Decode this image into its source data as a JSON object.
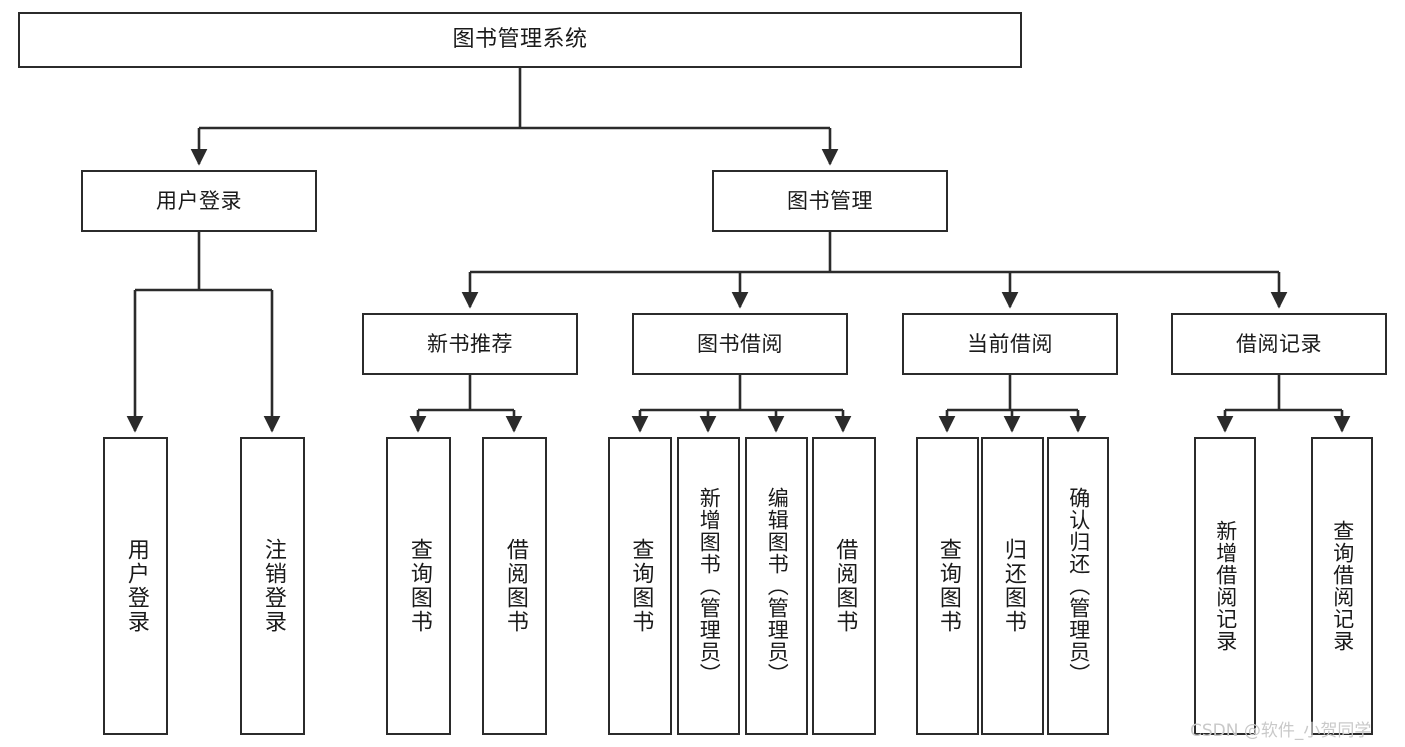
{
  "diagram": {
    "title": "图书管理系统",
    "type": "tree-hierarchy",
    "colors": {
      "box_border": "#2b2b2b",
      "box_fill": "#ffffff",
      "edge": "#2b2b2b",
      "text": "#1a1a1a",
      "watermark": "#c9c9c9",
      "background": "#ffffff"
    },
    "root": {
      "label": "图书管理系统"
    },
    "level2": [
      {
        "label": "用户登录"
      },
      {
        "label": "图书管理"
      }
    ],
    "level3": [
      {
        "label": "新书推荐"
      },
      {
        "label": "图书借阅"
      },
      {
        "label": "当前借阅"
      },
      {
        "label": "借阅记录"
      }
    ],
    "leaves": {
      "user_login": [
        {
          "label": "用户登录"
        },
        {
          "label": "注销登录"
        }
      ],
      "new_book_recommend": [
        {
          "label": "查询图书"
        },
        {
          "label": "借阅图书"
        }
      ],
      "book_borrow": [
        {
          "label": "查询图书"
        },
        {
          "label": "新增图书（管理员）"
        },
        {
          "label": "编辑图书（管理员）"
        },
        {
          "label": "借阅图书"
        }
      ],
      "current_borrow": [
        {
          "label": "查询图书"
        },
        {
          "label": "归还图书"
        },
        {
          "label": "确认归还（管理员）"
        }
      ],
      "borrow_record": [
        {
          "label": "新增借阅记录"
        },
        {
          "label": "查询借阅记录"
        }
      ]
    }
  },
  "watermark": {
    "text": "CSDN @软件_小贺同学"
  }
}
